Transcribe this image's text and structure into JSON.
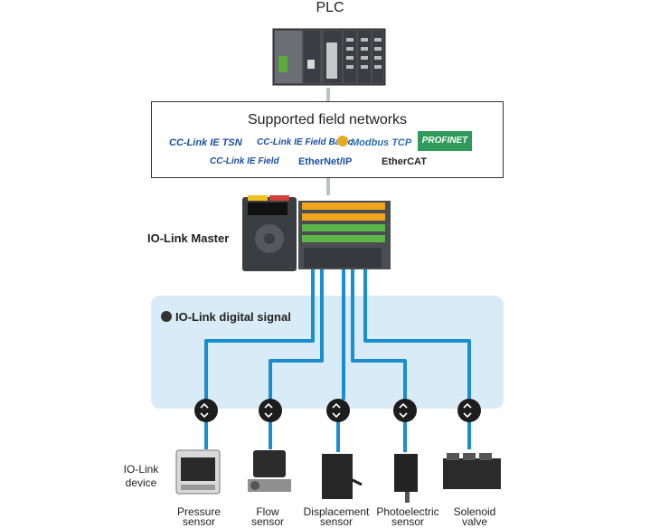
{
  "plc": {
    "title": "PLC"
  },
  "networks": {
    "title": "Supported field networks",
    "logos": [
      {
        "name": "cc-link-ie-tsn",
        "text": "CC-Link IE TSN",
        "color": "#1a4fa0"
      },
      {
        "name": "cc-link-ie-field-basic",
        "text": "CC-Link IE Field Basic",
        "color": "#1a4fa0"
      },
      {
        "name": "modbus-tcp",
        "text": "Modbus TCP",
        "color": "#2a6db3"
      },
      {
        "name": "profinet",
        "text": "PROFINET",
        "color": "#2f9a5a"
      },
      {
        "name": "cc-link-ie-field",
        "text": "CC-Link IE Field",
        "color": "#1a4fa0"
      },
      {
        "name": "ethernet-ip",
        "text": "EtherNet/IP",
        "color": "#1a4fa0"
      },
      {
        "name": "ethercat",
        "text": "EtherCAT",
        "color": "#222222"
      }
    ]
  },
  "master": {
    "label": "IO-Link Master"
  },
  "signal": {
    "label": "IO-Link digital signal"
  },
  "device": {
    "label_line1": "IO-Link",
    "label_line2": "device"
  },
  "sensors": [
    {
      "line1": "Pressure",
      "line2": "sensor"
    },
    {
      "line1": "Flow",
      "line2": "sensor"
    },
    {
      "line1": "Displacement",
      "line2": "sensor"
    },
    {
      "line1": "Photoelectric",
      "line2": "sensor"
    },
    {
      "line1": "Solenoid",
      "line2": "valve"
    }
  ],
  "colors": {
    "cable": "#1a8fcf",
    "zone": "#d8ebf6",
    "gray_cable": "#b7c4cc"
  }
}
